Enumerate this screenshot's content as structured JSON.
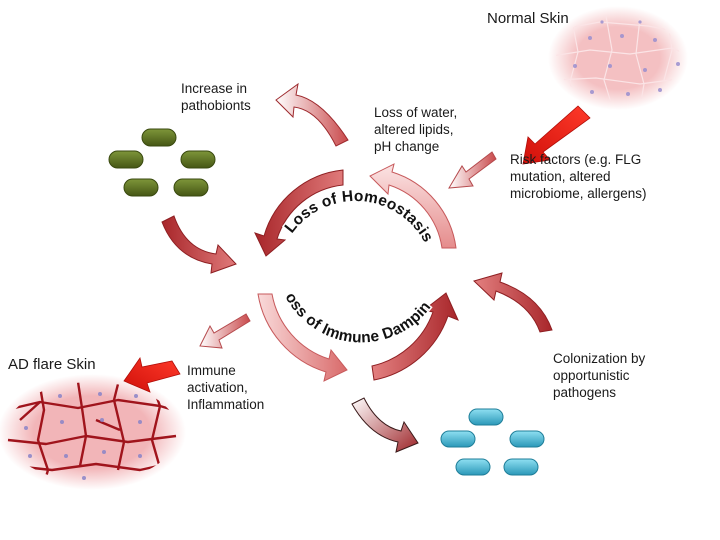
{
  "labels": {
    "normal_skin": "Normal Skin",
    "ad_flare_skin": "AD flare Skin",
    "increase_pathobionts": [
      "Increase in",
      "pathobionts"
    ],
    "loss_of_water": [
      "Loss of water,",
      "altered lipids,",
      "pH change"
    ],
    "risk_factors": [
      "Risk factors (e.g. FLG",
      "mutation, altered",
      "microbiome, allergens)"
    ],
    "immune_activation": [
      "Immune",
      "activation,",
      "Inflammation"
    ],
    "colonization": [
      "Colonization by",
      "opportunistic",
      "pathogens"
    ]
  },
  "cycle": {
    "loss_of_homeostasis": "Loss of Homeostasis",
    "loss_of_immune_damping": "Loss of Immune Damping"
  },
  "colors": {
    "arrow_dark": "#b02a2e",
    "arrow_light": "#f3b6b6",
    "risk_arrow": "#e51a12",
    "pathobiont_bacteria": "#5a6e1e",
    "pathogen_bacteria": "#3cb6d4",
    "skin_fill": "#f4c2c2",
    "flare_crack": "#a0141c"
  }
}
